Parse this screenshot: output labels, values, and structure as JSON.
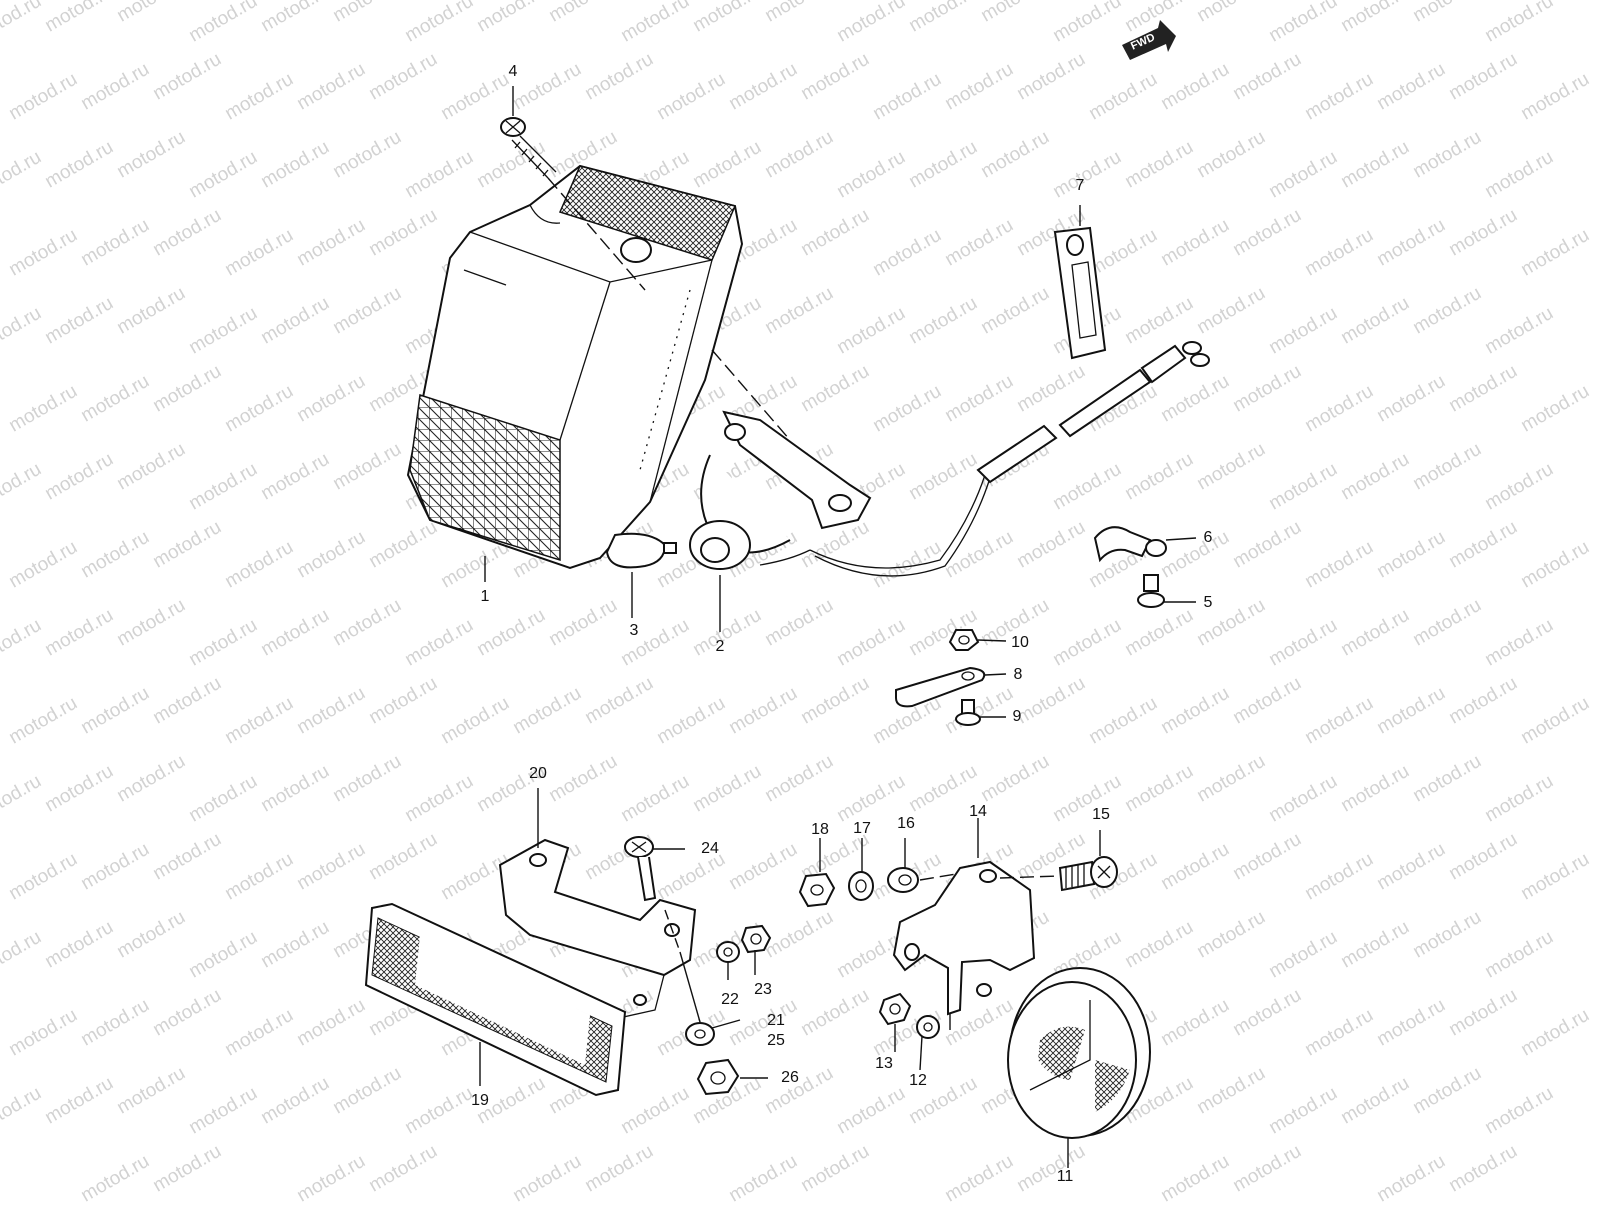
{
  "watermark": {
    "text": "motod.ru"
  },
  "direction_badge": {
    "label": "FWD"
  },
  "callouts": [
    {
      "id": "c1",
      "text": "1"
    },
    {
      "id": "c2",
      "text": "2"
    },
    {
      "id": "c3",
      "text": "3"
    },
    {
      "id": "c4",
      "text": "4"
    },
    {
      "id": "c5",
      "text": "5"
    },
    {
      "id": "c6",
      "text": "6"
    },
    {
      "id": "c7",
      "text": "7"
    },
    {
      "id": "c8",
      "text": "8"
    },
    {
      "id": "c9",
      "text": "9"
    },
    {
      "id": "c10",
      "text": "10"
    },
    {
      "id": "c11",
      "text": "11"
    },
    {
      "id": "c12",
      "text": "12"
    },
    {
      "id": "c13",
      "text": "13"
    },
    {
      "id": "c14",
      "text": "14"
    },
    {
      "id": "c15",
      "text": "15"
    },
    {
      "id": "c16",
      "text": "16"
    },
    {
      "id": "c17",
      "text": "17"
    },
    {
      "id": "c18",
      "text": "18"
    },
    {
      "id": "c19",
      "text": "19"
    },
    {
      "id": "c20",
      "text": "20"
    },
    {
      "id": "c21",
      "text": "21"
    },
    {
      "id": "c22",
      "text": "22"
    },
    {
      "id": "c23",
      "text": "23"
    },
    {
      "id": "c24",
      "text": "24"
    },
    {
      "id": "c25",
      "text": "25"
    },
    {
      "id": "c26",
      "text": "26"
    }
  ]
}
